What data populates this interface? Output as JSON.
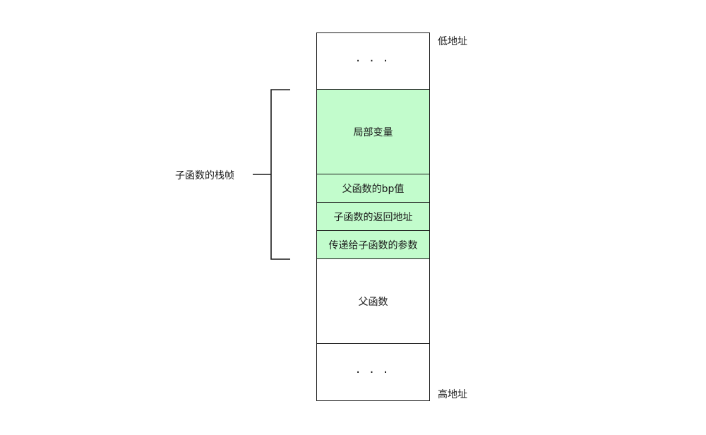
{
  "stack": {
    "cells": [
      {
        "text": "· · ·",
        "kind": "ellipsis",
        "color": "#ffffff"
      },
      {
        "text": "局部变量",
        "kind": "local-vars",
        "color": "#c2fccc"
      },
      {
        "text": "父函数的bp值",
        "kind": "parent-bp",
        "color": "#c2fccc"
      },
      {
        "text": "子函数的返回地址",
        "kind": "return-address",
        "color": "#c2fccc"
      },
      {
        "text": "传递给子函数的参数",
        "kind": "args",
        "color": "#c2fccc"
      },
      {
        "text": "父函数",
        "kind": "parent-function",
        "color": "#ffffff"
      },
      {
        "text": "· · ·",
        "kind": "ellipsis",
        "color": "#ffffff"
      }
    ]
  },
  "labels": {
    "low_address": "低地址",
    "high_address": "高地址",
    "child_frame": "子函数的栈帧"
  },
  "colors": {
    "frame_fill": "#c2fccc",
    "outline": "#1a1a1a"
  }
}
